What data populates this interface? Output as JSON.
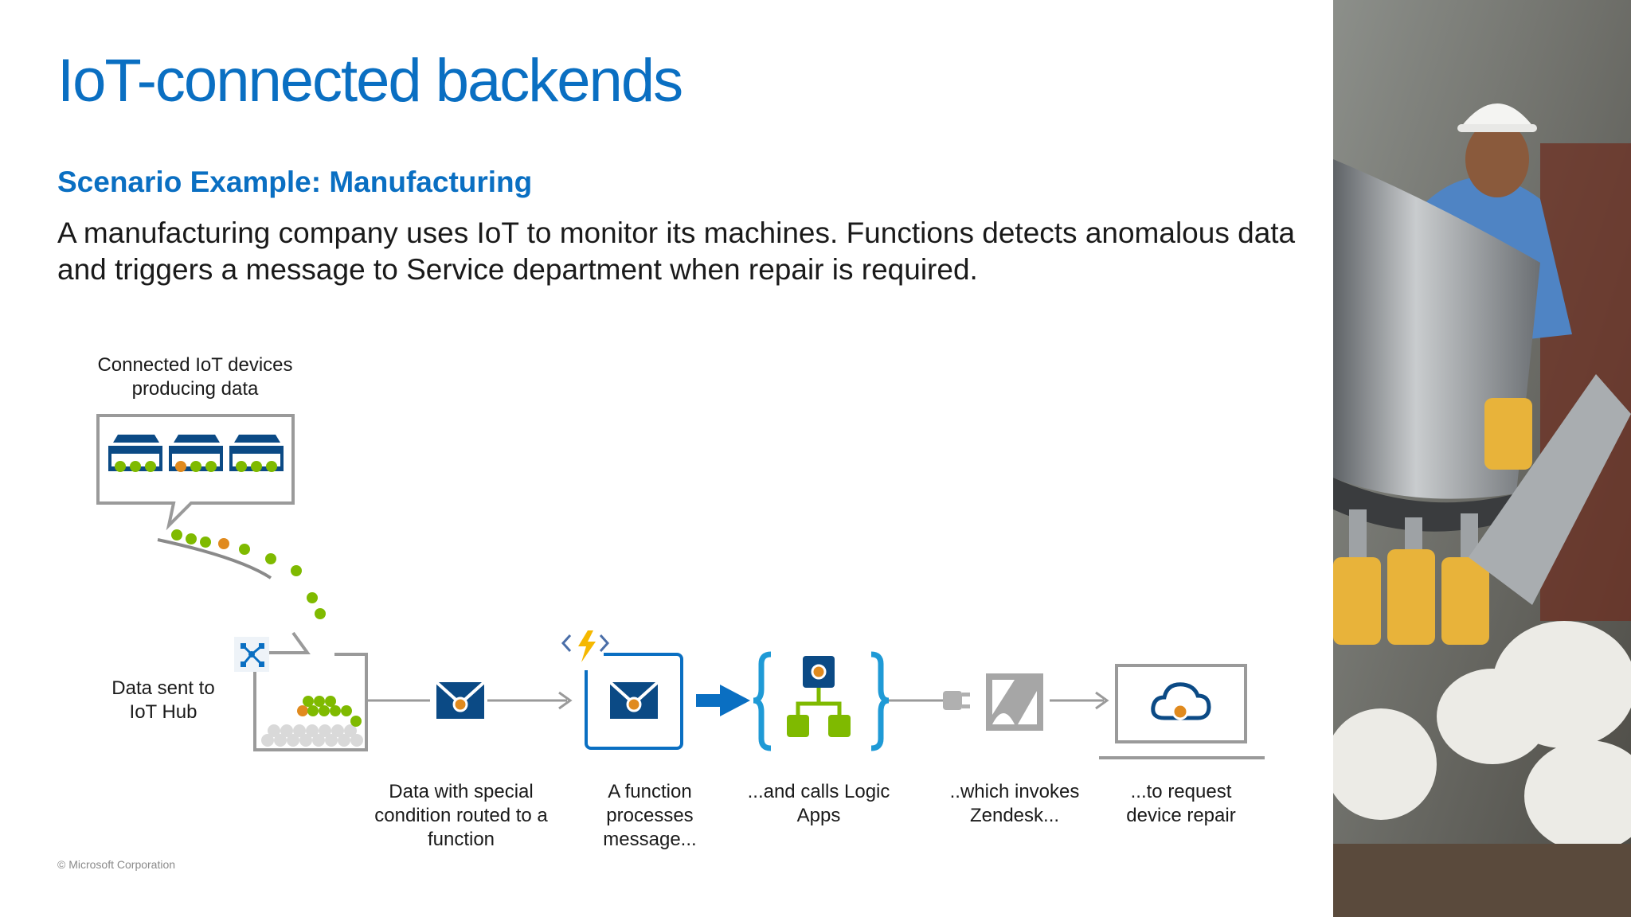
{
  "slide": {
    "title": "IoT-connected backends",
    "subtitle": "Scenario Example: Manufacturing",
    "description": "A manufacturing company uses IoT to monitor its machines. Functions detects anomalous data and triggers a message to Service department when repair is required.",
    "copyright": "© Microsoft Corporation"
  },
  "diagram": {
    "devices_label": "Connected IoT devices producing data",
    "hub_label": "Data sent to IoT Hub",
    "steps": [
      {
        "label": "Data with special condition routed to a function",
        "icon": "message-envelope-icon"
      },
      {
        "label": "A function processes message...",
        "icon": "azure-function-icon"
      },
      {
        "label": "...and calls Logic Apps",
        "icon": "logic-apps-icon"
      },
      {
        "label": "..which invokes Zendesk...",
        "icon": "zendesk-icon"
      },
      {
        "label": "...to request device repair",
        "icon": "cloud-laptop-icon"
      }
    ]
  },
  "colors": {
    "accent": "#0a6fc2",
    "dark_blue": "#0b4a85",
    "green": "#7fba00",
    "orange": "#e08a1e",
    "gray": "#9a9a9a"
  }
}
